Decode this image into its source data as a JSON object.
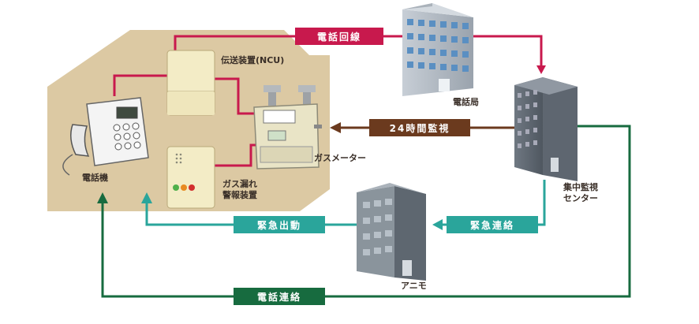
{
  "colors": {
    "phone_line": "#c8194d",
    "monitor": "#6b3a1e",
    "emergency": "#2aa59b",
    "tel_contact": "#176b3f",
    "house": "#dcc9a3"
  },
  "tags": {
    "phone_line": "電話回線",
    "monitoring": "24時間監視",
    "emergency_contact": "緊急連絡",
    "emergency_dispatch": "緊急出動",
    "phone_contact": "電話連絡"
  },
  "nodes": {
    "ncu": "伝送装置(NCU)",
    "phone": "電話機",
    "gas_meter": "ガスメーター",
    "leak_alarm_line1": "ガス漏れ",
    "leak_alarm_line2": "警報装置",
    "exchange": "電話局",
    "center_line1": "集中監視",
    "center_line2": "センター",
    "anime": "アニモ"
  },
  "icons": [
    "telephone-icon",
    "ncu-device-icon",
    "gas-meter-icon",
    "gas-leak-alarm-icon",
    "building-icon",
    "arrow-icon"
  ]
}
